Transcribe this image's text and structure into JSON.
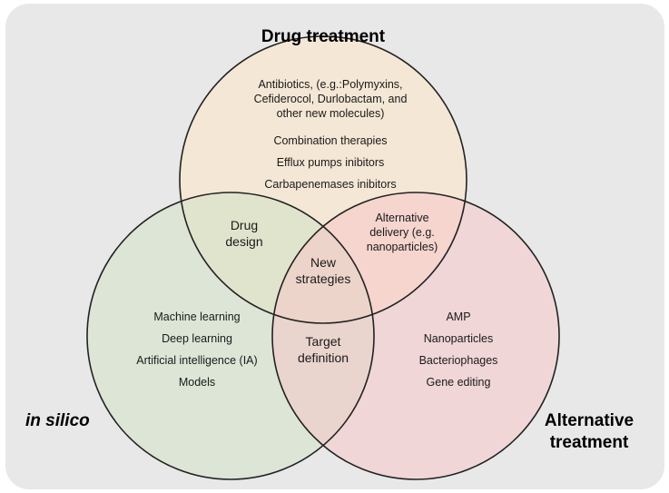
{
  "titles": {
    "top": "Drug treatment",
    "left": "in silico",
    "right_line1": "Alternative",
    "right_line2": "treatment"
  },
  "drug_treatment": {
    "antibiotics": [
      "Antibiotics, (e.g.:Polymyxins,",
      "Cefiderocol, Durlobactam, and",
      "other new molecules)"
    ],
    "items": [
      "Combination therapies",
      "Efflux pumps inibitors",
      "Carbapenemases inibitors"
    ]
  },
  "in_silico": {
    "items": [
      "Machine learning",
      "Deep learning",
      "Artificial intelligence (IA)",
      "Models"
    ]
  },
  "alternative_treatment": {
    "items": [
      "AMP",
      "Nanoparticles",
      "Bacteriophages",
      "Gene editing"
    ]
  },
  "intersections": {
    "drug_design": [
      "Drug",
      "design"
    ],
    "alternative_delivery": [
      "Alternative",
      "delivery (e.g.",
      "nanoparticles)"
    ],
    "target_definition": [
      "Target",
      "definition"
    ],
    "new_strategies": [
      "New",
      "strategies"
    ]
  },
  "colors": {
    "background_panel": "#e8e8e8",
    "drug_treatment_fill": "#fde6c4",
    "in_silico_fill": "#d2e2c6",
    "alternative_fill": "#f5c6c9",
    "outline": "#222222"
  }
}
